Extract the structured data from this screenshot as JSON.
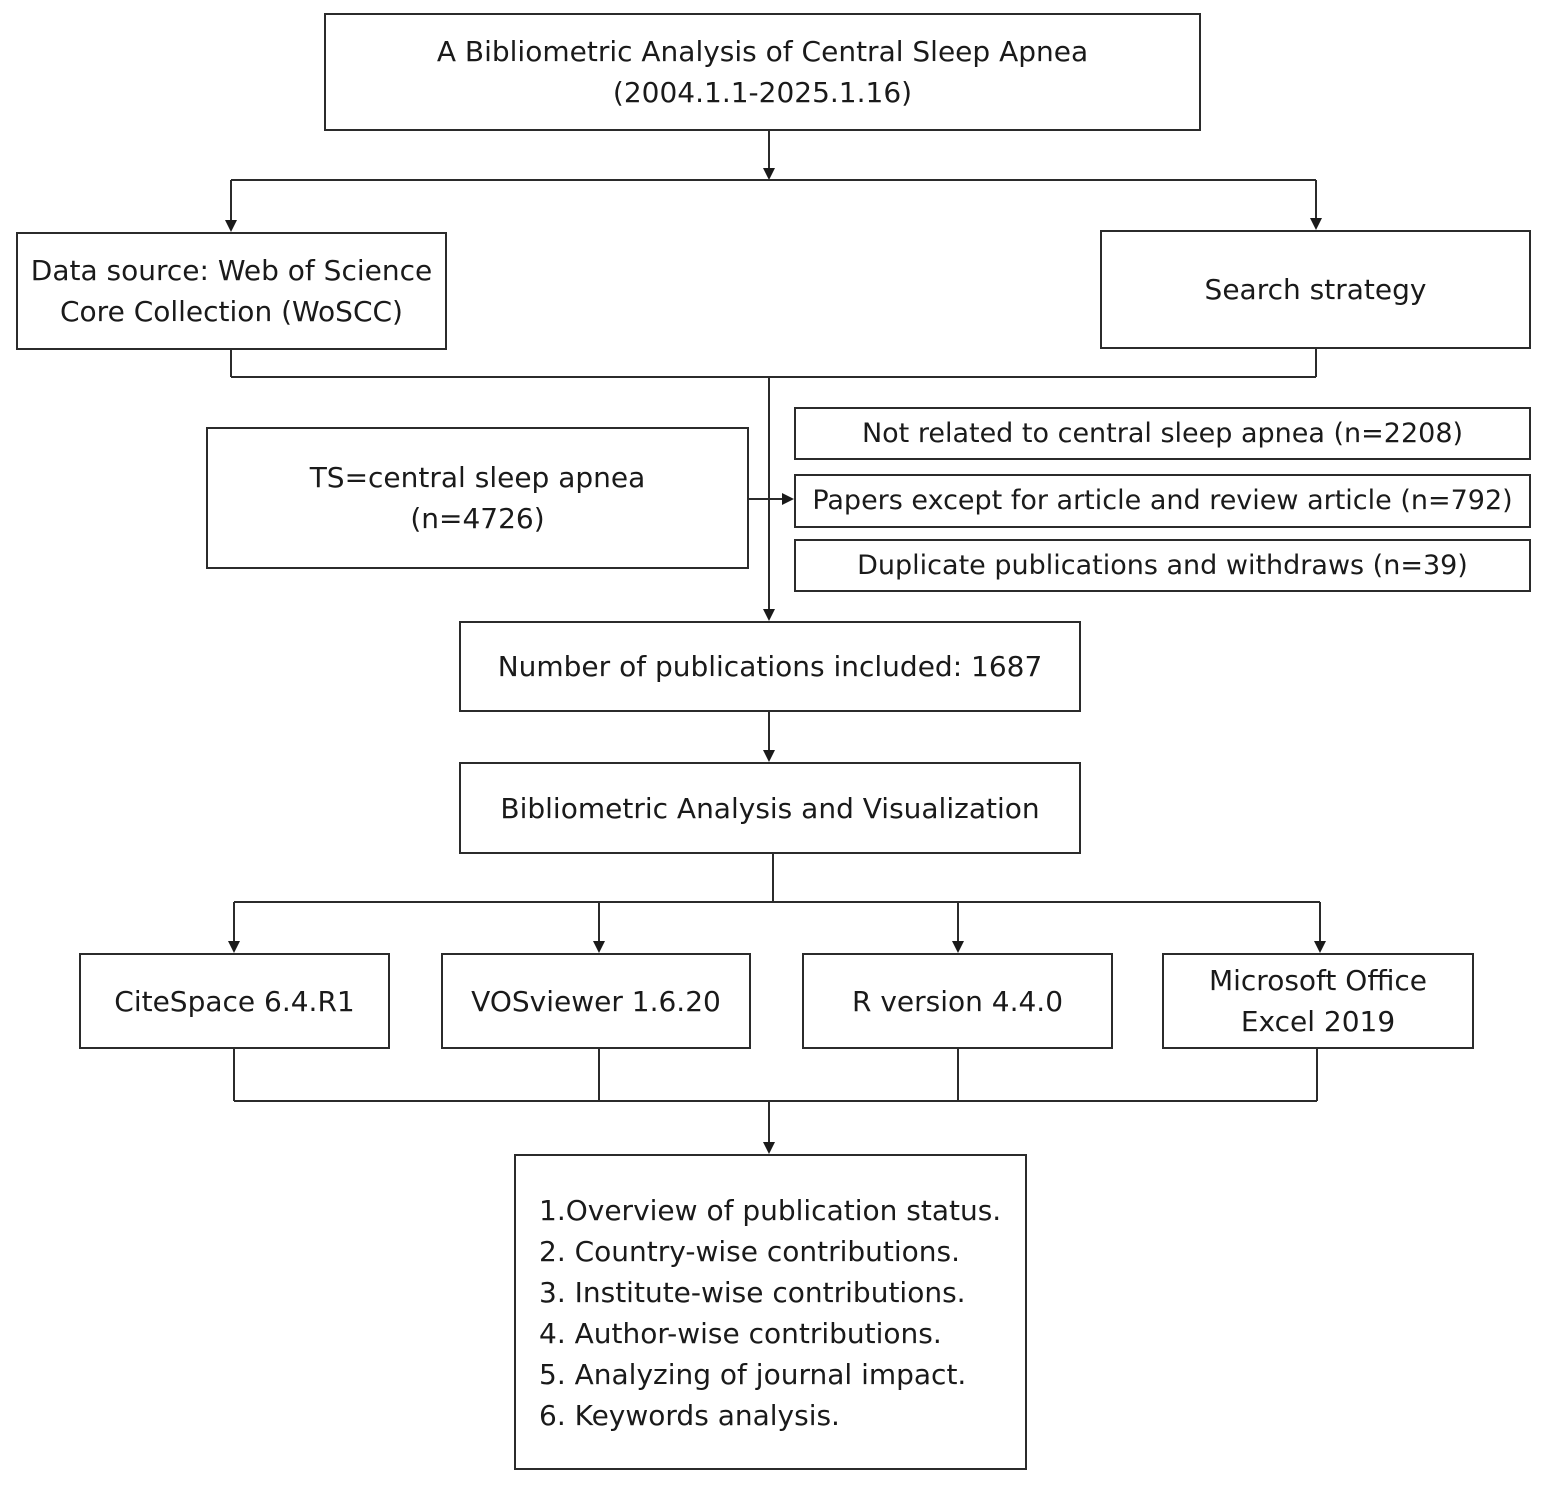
{
  "title_box": {
    "line1": "A Bibliometric Analysis of Central Sleep Apnea",
    "line2": "(2004.1.1-2025.1.16)"
  },
  "data_source_box": {
    "line1": "Data source: Web of Science",
    "line2": "Core Collection (WoSCC)"
  },
  "search_strategy_box": {
    "label": "Search strategy"
  },
  "query_box": {
    "line1": "TS=central sleep apnea",
    "line2": "(n=4726)"
  },
  "exclusions": [
    "Not related to central sleep apnea (n=2208)",
    "Papers except for article and review article (n=792)",
    "Duplicate publications and withdraws (n=39)"
  ],
  "included_box": {
    "label": "Number of publications included: 1687"
  },
  "analysis_box": {
    "label": "Bibliometric Analysis and Visualization"
  },
  "tools": [
    {
      "line1": "CiteSpace 6.4.R1",
      "line2": ""
    },
    {
      "line1": "VOSviewer 1.6.20",
      "line2": ""
    },
    {
      "line1": "R version 4.4.0",
      "line2": ""
    },
    {
      "line1": "Microsoft Office",
      "line2": "Excel 2019"
    }
  ],
  "results": [
    "1.Overview of publication status.",
    "2. Country-wise contributions.",
    "3. Institute-wise contributions.",
    "4. Author-wise contributions.",
    "5. Analyzing of journal impact.",
    "6. Keywords analysis."
  ]
}
